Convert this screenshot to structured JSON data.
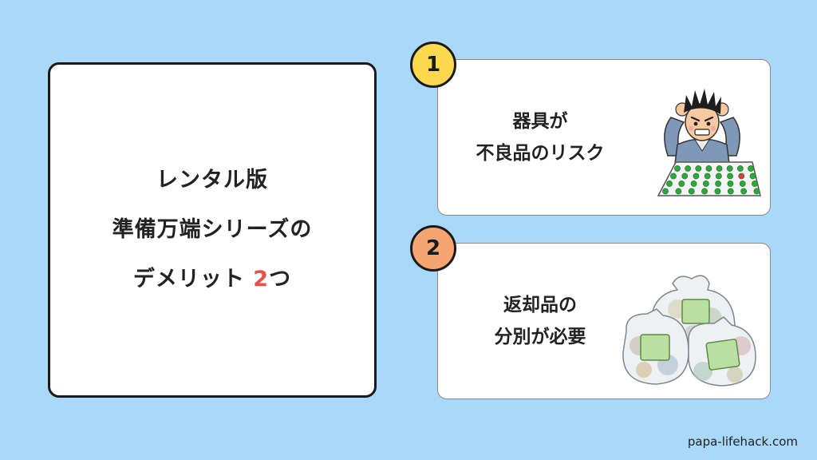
{
  "main": {
    "line1": "レンタル版",
    "line2": "準備万端シリーズの",
    "line3_prefix": "デメリット ",
    "line3_number": "2",
    "line3_suffix": "つ"
  },
  "points": [
    {
      "number": "1",
      "line1": "器具が",
      "line2": "不良品のリスク",
      "badge_color": "#fbd84e",
      "icon": "frustrated-person-board-icon"
    },
    {
      "number": "2",
      "line1": "返却品の",
      "line2": "分別が必要",
      "badge_color": "#f5a670",
      "icon": "garbage-bags-icon"
    }
  ],
  "footer": {
    "site": "papa-lifehack.com"
  },
  "colors": {
    "background": "#a9d8f8",
    "accent": "#e8504a",
    "peg": "#2aa838"
  }
}
